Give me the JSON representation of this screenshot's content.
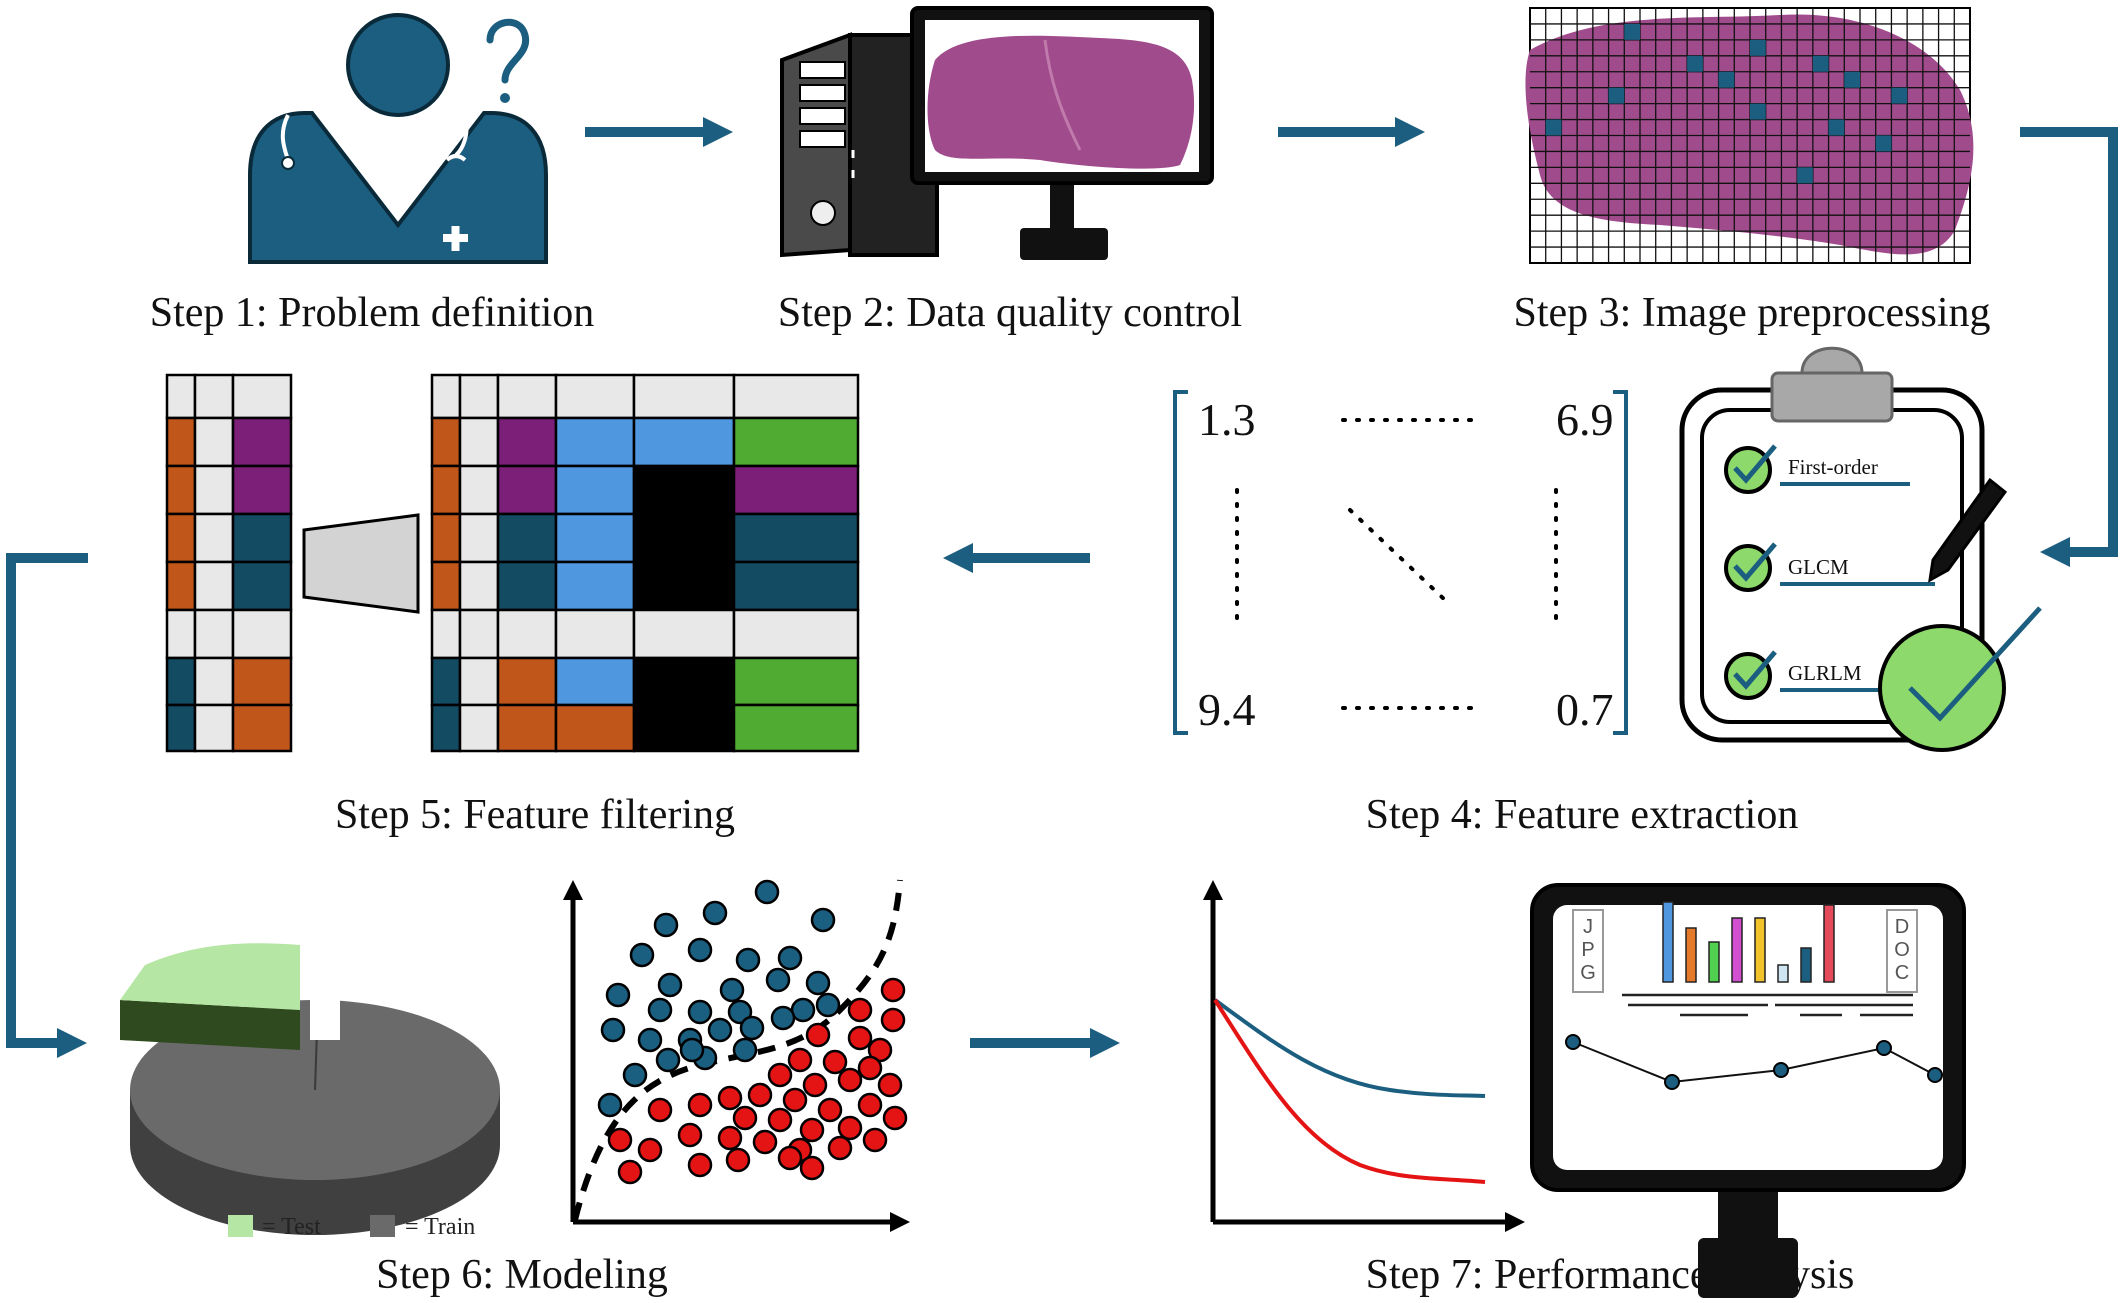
{
  "steps": {
    "step1": "Step 1: Problem definition",
    "step2": "Step 2: Data quality control",
    "step3": "Step 3: Image preprocessing",
    "step4": "Step 4: Feature extraction",
    "step5": "Step 5: Feature filtering",
    "step6": "Step 6: Modeling",
    "step7": "Step 7: Performance analysis"
  },
  "matrix": {
    "top_left": "1.3",
    "top_right": "6.9",
    "bottom_left": "9.4",
    "bottom_right": "0.7"
  },
  "checklist": [
    "First-order",
    "GLCM",
    "GLRLM"
  ],
  "legend": {
    "test": "= Test",
    "train": "= Train"
  },
  "file_tags": {
    "left": [
      "J",
      "P",
      "G"
    ],
    "right": [
      "D",
      "O",
      "C"
    ]
  },
  "colors": {
    "arrow": "#1b5e80",
    "navy": "#134b63",
    "orange": "#c0561a",
    "purple": "#7b1f79",
    "light_blue": "#4f97de",
    "green": "#4fab32",
    "tissue": "#a04b8c",
    "check_green": "#8ed96b",
    "pie_test": "#b5e6a3",
    "pie_train": "#6a6a6a",
    "red_dot": "#e41414",
    "blue_dot": "#1b5f80"
  },
  "icons": [
    "doctor-icon",
    "question-mark-icon",
    "computer-icon",
    "monitor-icon",
    "clipboard-icon",
    "pen-icon",
    "checkmark-badge-icon",
    "pie-chart-icon",
    "scatter-plot-icon",
    "line-chart-icon",
    "dashboard-monitor-icon"
  ]
}
